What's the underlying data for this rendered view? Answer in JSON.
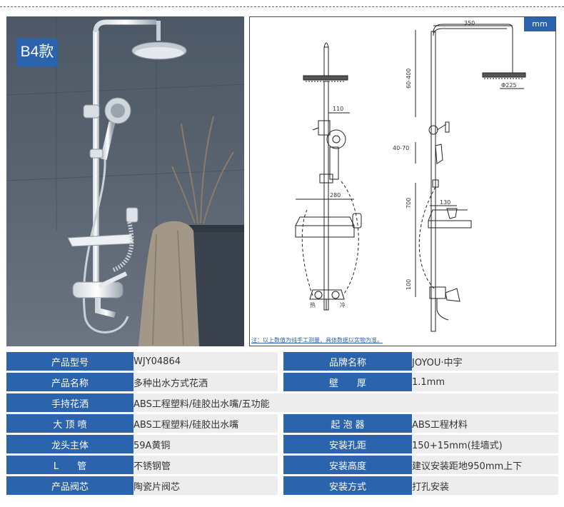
{
  "badge": "B4款",
  "diagram": {
    "unit": "mm",
    "note": "注：以上数值为纯手工测量，具体数据以实物为准。",
    "dims": {
      "d350": "350",
      "d60_400": "60-400",
      "dphi225": "Φ225",
      "d110": "110",
      "d40_70": "40-70",
      "d280": "280",
      "d700": "700",
      "d130": "130",
      "d100": "100",
      "hot": "热",
      "cold": "冷"
    }
  },
  "specs": [
    {
      "label": "产品型号",
      "value": "WJY04864",
      "label2": "品牌名称",
      "value2": "JOYOU·中宇"
    },
    {
      "label": "产品名称",
      "value": "多种出水方式花洒",
      "label2": "壁　　厚",
      "value2": "1.1mm"
    },
    {
      "label": "手持花洒",
      "value": "ABS工程塑料/硅胶出水嘴/五功能"
    },
    {
      "label": "大 顶 喷",
      "value": "ABS工程塑料/硅胶出水嘴",
      "label2": "起 泡 器",
      "value2": "ABS工程材料"
    },
    {
      "label": "龙头主体",
      "value": "59A黄铜",
      "label2": "安装孔距",
      "value2": "150+15mm(挂墙式)"
    },
    {
      "label": "L　　管",
      "value": "不锈钢管",
      "label2": "安装高度",
      "value2": "建议安装距地950mm上下"
    },
    {
      "label": "产品阀芯",
      "value": "陶瓷片阀芯",
      "label2": "安装方式",
      "value2": "打孔安装"
    }
  ],
  "colors": {
    "accent": "#2b63ad",
    "row_bg": "#ededed"
  }
}
